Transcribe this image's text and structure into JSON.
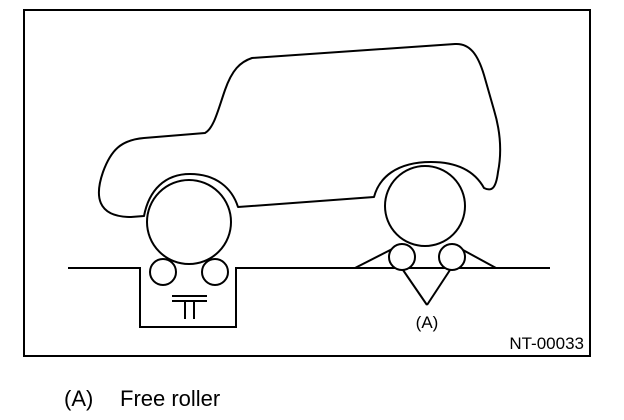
{
  "figure": {
    "callout_label": "(A)",
    "figure_code": "NT-00033"
  },
  "legend": {
    "items": [
      {
        "key": "(A)",
        "text": "Free roller"
      }
    ]
  }
}
